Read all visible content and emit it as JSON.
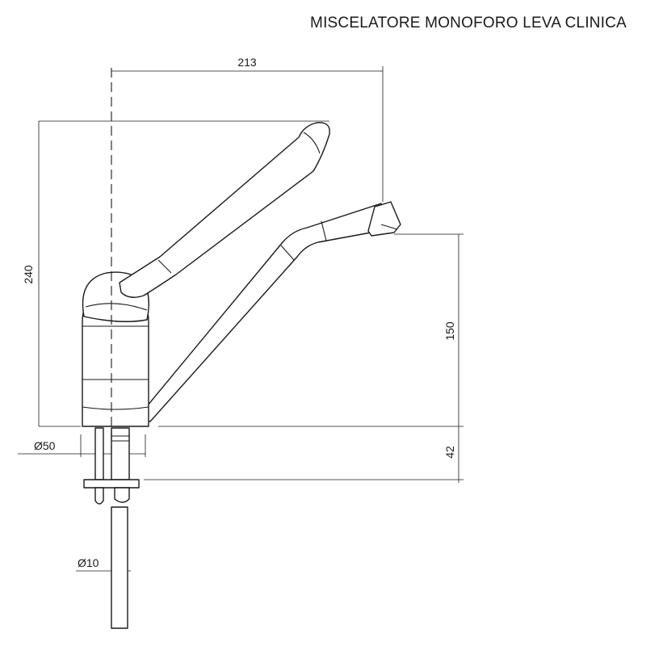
{
  "title": "MISCELATORE MONOFORO LEVA CLINICA",
  "dimensions": {
    "width_213": "213",
    "height_240": "240",
    "spout_150": "150",
    "base_42": "42",
    "diam_50": "Ø50",
    "diam_10": "Ø10"
  }
}
